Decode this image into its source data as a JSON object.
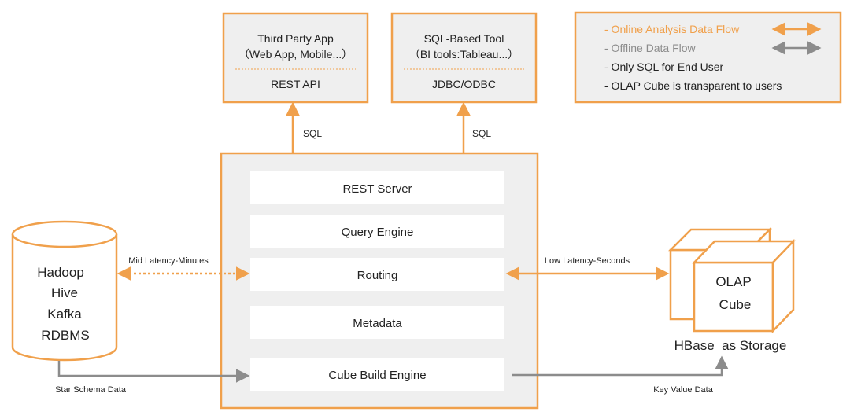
{
  "colors": {
    "accent": "#F0A04B",
    "accent_text": "#F0A04B",
    "grey": "#8C8C8C",
    "panel_fill": "#EFEFEF",
    "text": "#222222"
  },
  "clients": [
    {
      "title": "Third Party App",
      "subtitle": "（Web App, Mobile...）",
      "interface": "REST API"
    },
    {
      "title": "SQL-Based Tool",
      "subtitle": "（BI tools:Tableau...）",
      "interface": "JDBC/ODBC"
    }
  ],
  "legend": [
    {
      "text": "- Online Analysis Data Flow",
      "color": "#F0A04B",
      "arrow": "orange"
    },
    {
      "text": "- Offline Data Flow",
      "color": "#8C8C8C",
      "arrow": "grey"
    },
    {
      "text": "- Only SQL for End User",
      "color": "#222222",
      "arrow": ""
    },
    {
      "text": "- OLAP Cube is transparent to users",
      "color": "#222222",
      "arrow": ""
    }
  ],
  "edge_labels": {
    "sql_left": "SQL",
    "sql_right": "SQL",
    "mid_latency": "Mid Latency-Minutes",
    "low_latency": "Low Latency-Seconds",
    "star_schema": "Star Schema Data",
    "key_value": "Key Value Data"
  },
  "server_components": [
    "REST Server",
    "Query Engine",
    "Routing",
    "Metadata",
    "Cube Build Engine"
  ],
  "source_lines": [
    "Hadoop",
    "Hive",
    "Kafka",
    "RDBMS"
  ],
  "cube_lines": [
    "OLAP",
    "Cube"
  ],
  "storage_label": "HBase  as Storage"
}
